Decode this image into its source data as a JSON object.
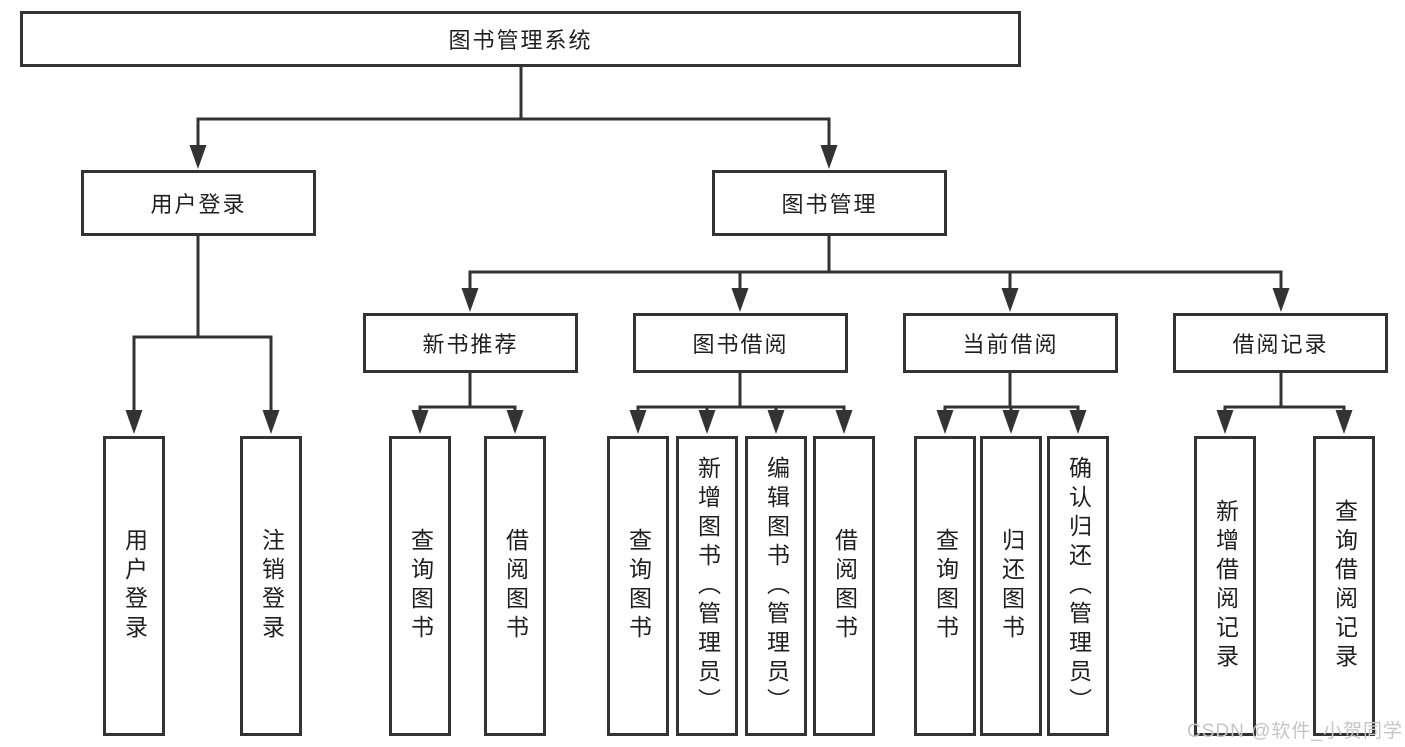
{
  "tree": {
    "root": {
      "label": "图书管理系统"
    },
    "branches": [
      {
        "label": "用户登录",
        "children": [
          {
            "label": "用户登录"
          },
          {
            "label": "注销登录"
          }
        ]
      },
      {
        "label": "图书管理",
        "children": [
          {
            "label": "新书推荐",
            "children": [
              {
                "label": "查询图书"
              },
              {
                "label": "借阅图书"
              }
            ]
          },
          {
            "label": "图书借阅",
            "children": [
              {
                "label": "查询图书"
              },
              {
                "label": "新增图书（管理员）"
              },
              {
                "label": "编辑图书（管理员）"
              },
              {
                "label": "借阅图书"
              }
            ]
          },
          {
            "label": "当前借阅",
            "children": [
              {
                "label": "查询图书"
              },
              {
                "label": "归还图书"
              },
              {
                "label": "确认归还（管理员）"
              }
            ]
          },
          {
            "label": "借阅记录",
            "children": [
              {
                "label": "新增借阅记录"
              },
              {
                "label": "查询借阅记录"
              }
            ]
          }
        ]
      }
    ]
  },
  "watermark": {
    "text": "CSDN @软件_小贺同学"
  },
  "colors": {
    "line": "#333333",
    "box_border": "#333333",
    "box_fill": "#ffffff",
    "text": "#1f1f1f",
    "watermark": "#c6c6c6"
  }
}
